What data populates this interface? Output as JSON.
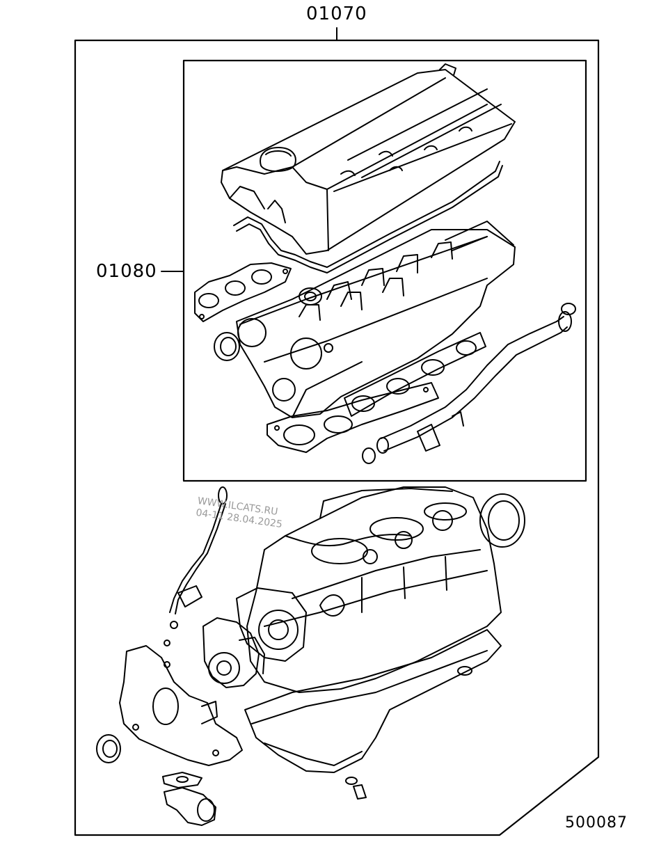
{
  "diagram": {
    "callouts": {
      "outer_kit": "01070",
      "inner_kit": "01080"
    },
    "figure_number": "500087",
    "watermark": {
      "site": "WWW.ILCATS.RU",
      "stamp": "04-11 28.04.2025"
    },
    "parts": [
      "rocker-cover",
      "rocker-cover-gasket",
      "cylinder-head",
      "exhaust-manifold-gasket",
      "intake-manifold-gasket",
      "cylinder-head-gasket",
      "camshaft-oil-seal",
      "water-pipe",
      "cylinder-block",
      "oil-pan",
      "water-pump",
      "oil-pump-case",
      "oil-level-gauge",
      "rear-oil-seal",
      "front-oil-seal",
      "water-inlet-fitting",
      "drain-plug"
    ]
  }
}
